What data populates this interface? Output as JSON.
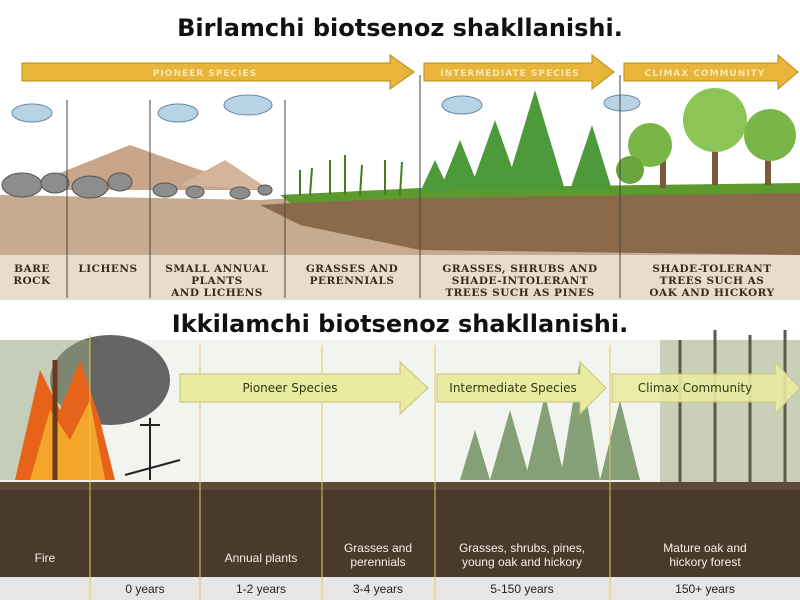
{
  "top": {
    "title": "Birlamchi biotsenoz shakllanishi.",
    "arrows": [
      "PIONEER SPECIES",
      "INTERMEDIATE SPECIES",
      "CLIMAX COMMUNITY"
    ],
    "stages": [
      [
        "BARE",
        "ROCK"
      ],
      [
        "LICHENS"
      ],
      [
        "SMALL ANNUAL",
        "PLANTS",
        "AND LICHENS"
      ],
      [
        "GRASSES AND",
        "PERENNIALS"
      ],
      [
        "GRASSES, SHRUBS AND",
        "SHADE-INTOLERANT",
        "TREES SUCH AS PINES"
      ],
      [
        "SHADE-TOLERANT",
        "TREES SUCH AS",
        "OAK AND HICKORY"
      ]
    ]
  },
  "bottom": {
    "title": "Ikkilamchi biotsenoz shakllanishi.",
    "arrows": [
      "Pioneer Species",
      "Intermediate Species",
      "Climax Community"
    ],
    "stages": [
      [
        "Fire"
      ],
      [],
      [
        "Annual plants"
      ],
      [
        "Grasses and",
        "perennials"
      ],
      [
        "Grasses, shrubs, pines,",
        "young oak and hickory"
      ],
      [
        "Mature oak and",
        "hickory forest"
      ]
    ],
    "years": [
      "0 years",
      "1-2 years",
      "3-4 years",
      "5-150 years",
      "150+ years"
    ]
  },
  "colors": {
    "arrow_top": "#e8b43a",
    "arrow_bottom": "#e9eca0",
    "soil_top": "#8a6a4a",
    "soil_bottom": "#4a3a2c",
    "grass": "#5d9a2e",
    "fire": "#e8631a"
  }
}
